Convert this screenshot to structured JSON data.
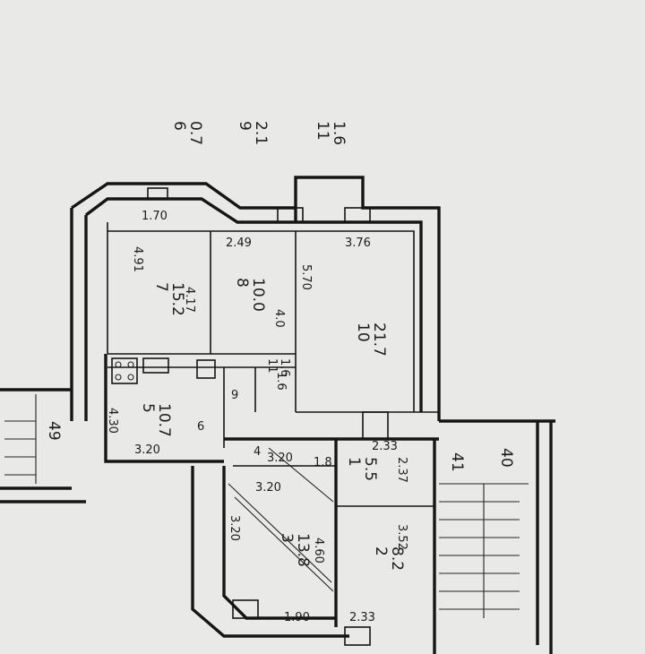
{
  "legend": [
    {
      "number": "11",
      "area": "1.6"
    },
    {
      "number": "9",
      "area": "2.1"
    },
    {
      "number": "6",
      "area": "0.7"
    }
  ],
  "rooms": [
    {
      "number": "7",
      "area": "15.2"
    },
    {
      "number": "8",
      "area": "10.0"
    },
    {
      "number": "10",
      "area": "21.7"
    },
    {
      "number": "5",
      "area": "10.7"
    },
    {
      "number": "11",
      "area": "1.6"
    },
    {
      "number": "9",
      "area": ""
    },
    {
      "number": "6",
      "area": ""
    },
    {
      "number": "1",
      "area": "5.5"
    },
    {
      "number": "2",
      "area": "8.2"
    },
    {
      "number": "3",
      "area": "13.8"
    },
    {
      "number": "4",
      "area": ""
    }
  ],
  "dimensions": {
    "room7_top": "1.70",
    "room7_side": "4.91",
    "room7_inner": "4.17",
    "room8_top": "2.49",
    "room8_side": "4.0",
    "room10_top": "3.76",
    "room10_side": "5.70",
    "room11_side": "1.6",
    "room5_side": "4.30",
    "room5_bottom": "3.20",
    "room4_top": "3.20",
    "room4_mid": "3.20",
    "room1_left": "1.8",
    "room1_top": "2.33",
    "room1_side": "2.37",
    "room3_side": "3.20",
    "room3_right": "4.60",
    "room3_bottom": "1.90",
    "room2_side": "3.52",
    "room2_bottom": "2.33"
  },
  "stairs": {
    "stair_left": "49",
    "stair_right_a": "41",
    "stair_right_b": "40"
  }
}
